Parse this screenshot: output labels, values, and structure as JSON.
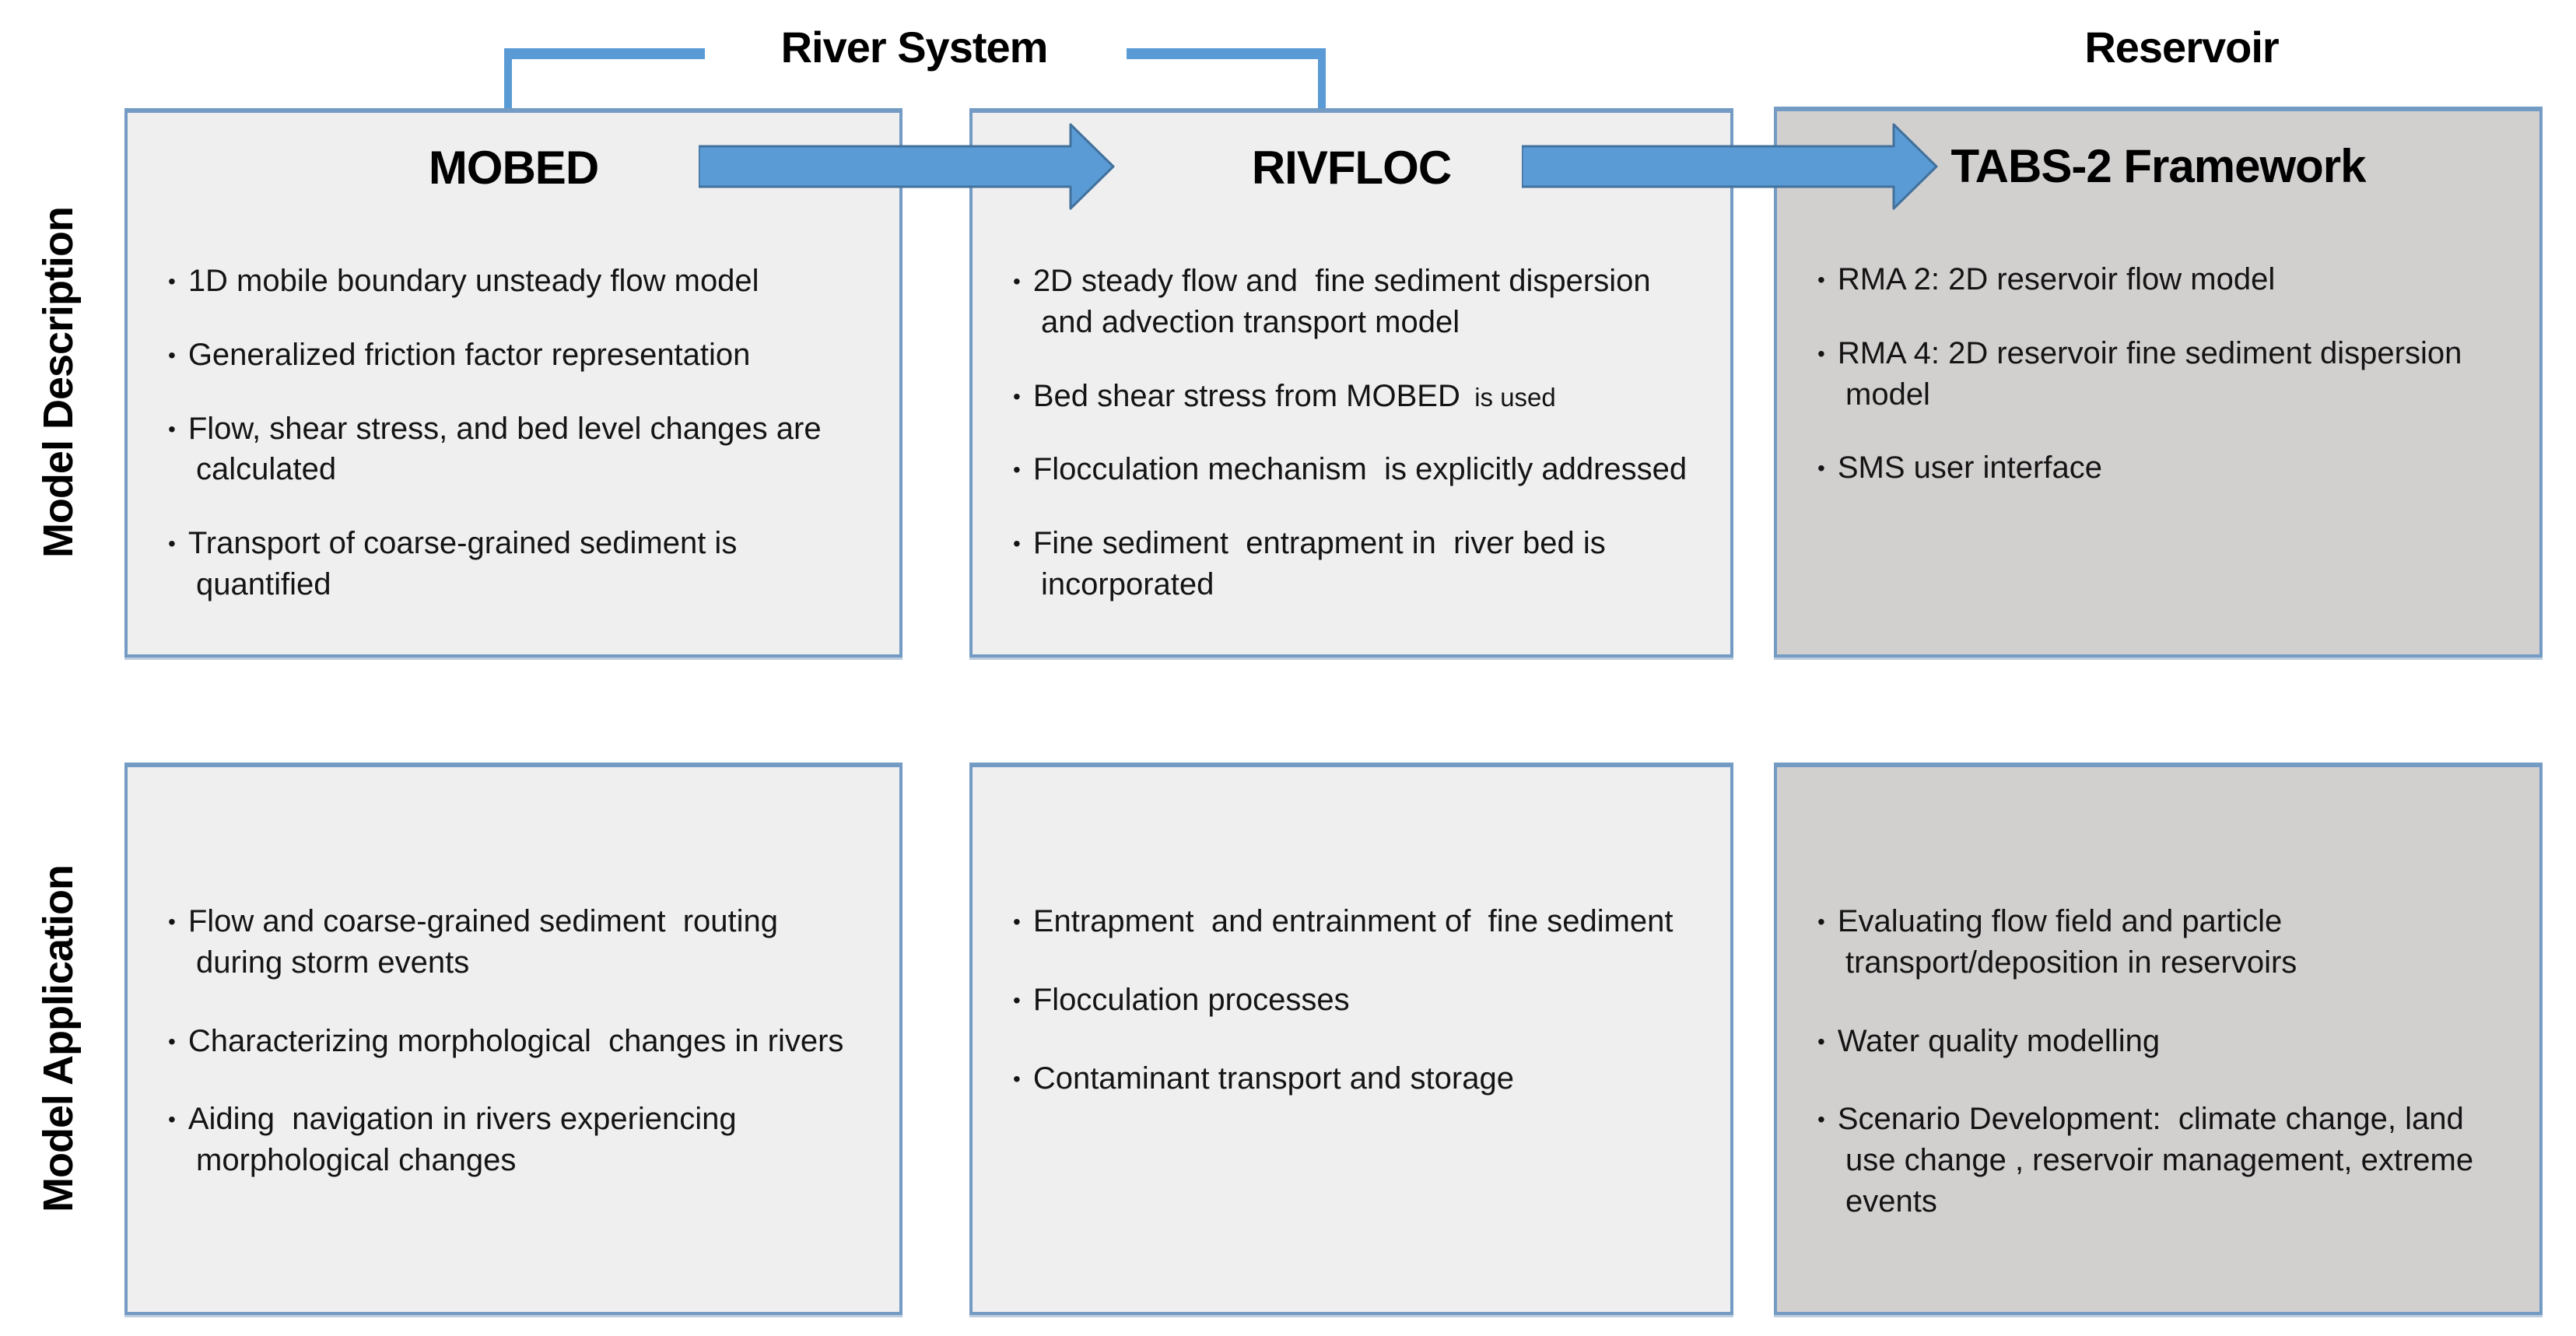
{
  "bullet_char": "•",
  "colors": {
    "accent_blue": "#5b9bd5",
    "arrow_outline": "#41719c",
    "panel_border": "#739bc4",
    "panel_light": "#f0efef",
    "panel_dark": "#d2cfcf",
    "text_color": "#141414"
  },
  "group_titles": {
    "river_system": "River System",
    "reservoir": "Reservoir"
  },
  "row_labels": {
    "description": "Model Description",
    "application": "Model Application"
  },
  "columns": [
    {
      "header": "MOBED",
      "description": [
        "1D mobile boundary unsteady flow model",
        "Generalized friction factor representation",
        "Flow, shear stress, and bed level changes are calculated",
        "Transport of coarse-grained sediment is quantified"
      ],
      "application": [
        "Flow and coarse-grained sediment  routing during storm events",
        "Characterizing morphological  changes in rivers",
        "Aiding  navigation in rivers experiencing morphological changes"
      ]
    },
    {
      "header": "RIVFLOC",
      "description": [
        "2D steady flow and  fine sediment dispersion and advection transport model",
        {
          "text": "Bed shear stress from MOBED",
          "suffix": "  is used"
        },
        "Flocculation mechanism  is explicitly addressed",
        "Fine sediment  entrapment in  river bed is incorporated"
      ],
      "application": [
        "Entrapment  and entrainment of  fine sediment",
        "Flocculation processes",
        "Contaminant transport and storage"
      ]
    },
    {
      "header": "TABS-2 Framework",
      "description": [
        "RMA 2: 2D reservoir flow model",
        "RMA 4: 2D reservoir fine sediment dispersion model",
        "SMS user interface"
      ],
      "application": [
        "Evaluating flow field and particle transport/deposition in reservoirs",
        "Water quality modelling",
        "Scenario Development:  climate change, land use change , reservoir management, extreme events"
      ]
    }
  ]
}
